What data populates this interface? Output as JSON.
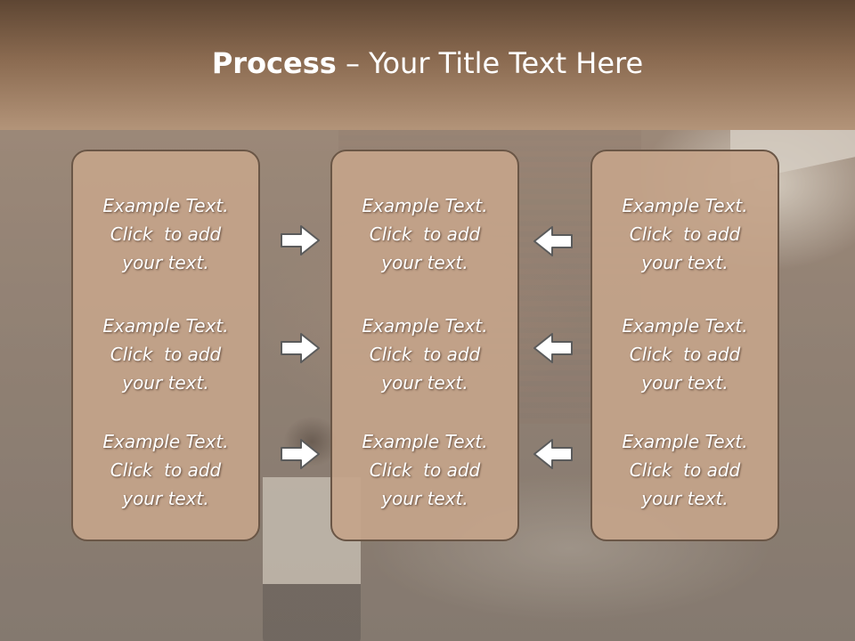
{
  "slide": {
    "title_bold": "Process",
    "title_rest": " – Your Title Text Here"
  },
  "columns": [
    {
      "entries": [
        {
          "line1": "Example Text.",
          "line2": "Click  to add",
          "line3": "your text."
        },
        {
          "line1": "Example Text.",
          "line2": "Click  to add",
          "line3": "your text."
        },
        {
          "line1": "Example Text.",
          "line2": "Click  to add",
          "line3": "your text."
        }
      ]
    },
    {
      "entries": [
        {
          "line1": "Example Text.",
          "line2": "Click  to add",
          "line3": "your text."
        },
        {
          "line1": "Example Text.",
          "line2": "Click  to add",
          "line3": "your text."
        },
        {
          "line1": "Example Text.",
          "line2": "Click  to add",
          "line3": "your text."
        }
      ]
    },
    {
      "entries": [
        {
          "line1": "Example Text.",
          "line2": "Click  to add",
          "line3": "your text."
        },
        {
          "line1": "Example Text.",
          "line2": "Click  to add",
          "line3": "your text."
        },
        {
          "line1": "Example Text.",
          "line2": "Click  to add",
          "line3": "your text."
        }
      ]
    }
  ],
  "arrows": {
    "left_group": "arrow-right-icon",
    "right_group": "arrow-left-icon"
  },
  "colors": {
    "header_top": "#5e4633",
    "header_bottom": "#b39479",
    "box_fill": "#c4a48a",
    "box_border": "#6a5646",
    "text": "#ffffff"
  }
}
